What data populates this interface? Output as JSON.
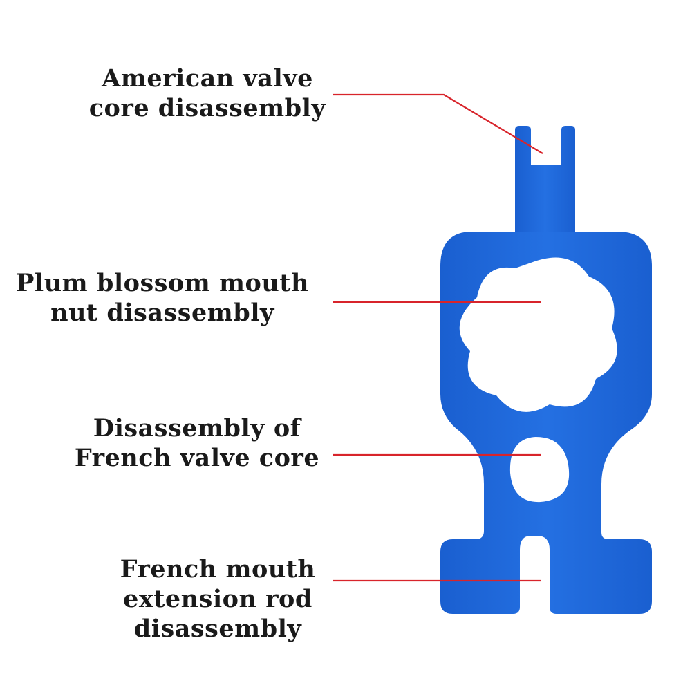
{
  "colors": {
    "tool_blue": "#1F66D8",
    "tool_blue_dark": "#1752B8",
    "leader_line": "#D8242B",
    "text": "#1a1a1a",
    "background": "#ffffff"
  },
  "callouts": [
    {
      "id": "american-valve",
      "lines": [
        "American valve",
        "core disassembly"
      ]
    },
    {
      "id": "plum-blossom",
      "lines": [
        "Plum blossom mouth",
        "nut disassembly"
      ]
    },
    {
      "id": "french-core",
      "lines": [
        "Disassembly of",
        "French valve core"
      ]
    },
    {
      "id": "extension-rod",
      "lines": [
        "French mouth",
        "extension rod",
        "disassembly"
      ]
    }
  ]
}
